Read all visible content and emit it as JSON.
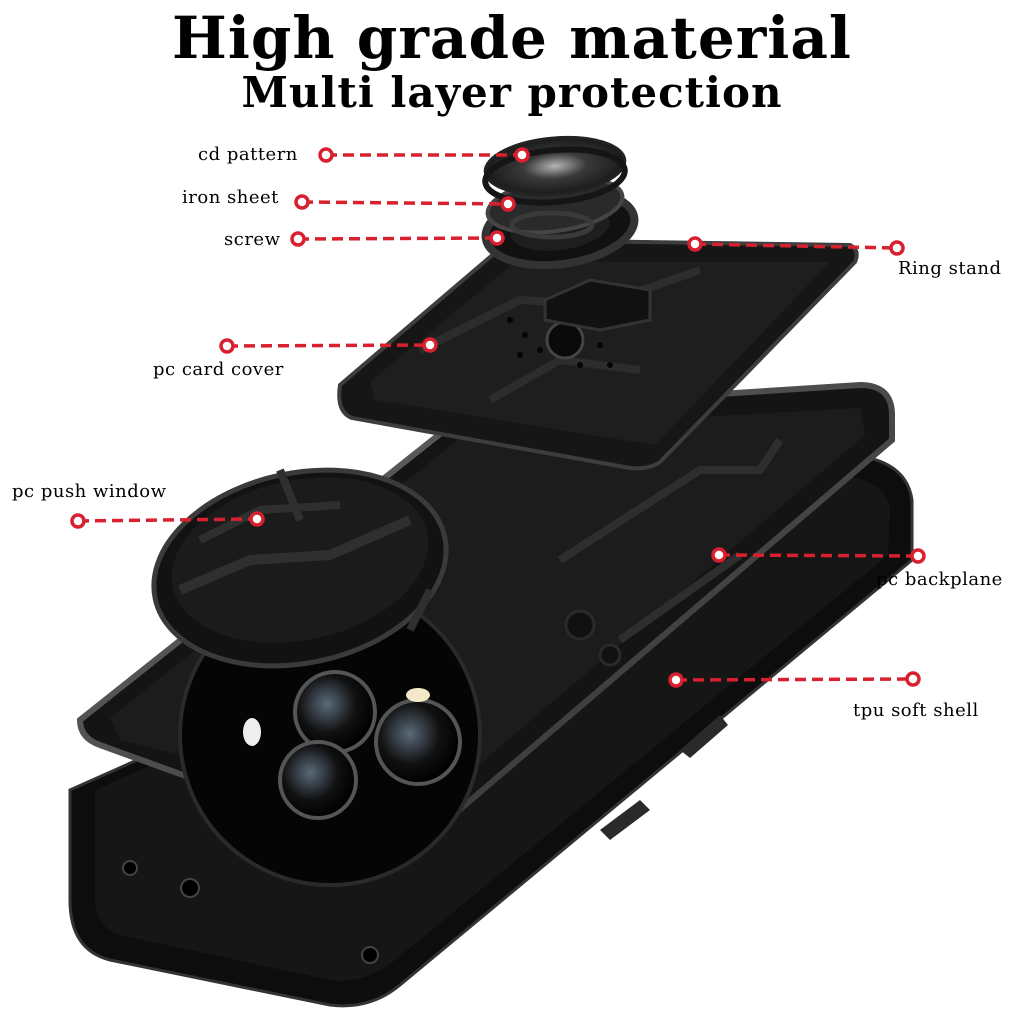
{
  "heading": {
    "title": "High grade material",
    "subtitle": "Multi layer protection"
  },
  "callouts": {
    "cd_pattern": "cd pattern",
    "iron_sheet": "iron sheet",
    "screw": "screw",
    "ring_stand": "Ring stand",
    "pc_card_cover": "pc card cover",
    "pc_push_window": "pc push window",
    "pc_backplane": "pc backplane",
    "tpu_soft_shell": "tpu soft shell"
  },
  "colors": {
    "callout_line": "#d8202f",
    "case_black": "#111111",
    "case_edge": "#555555",
    "background": "#ffffff"
  }
}
